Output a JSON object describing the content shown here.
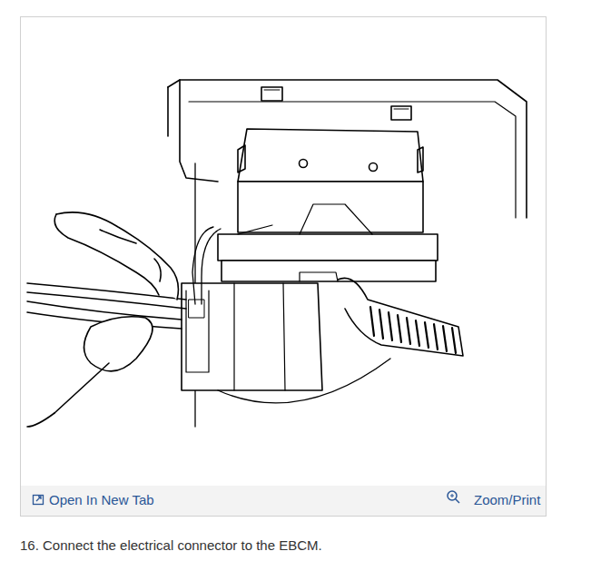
{
  "diagram": {
    "caption": "16. Connect the electrical connector to the EBCM.",
    "labels": [
      "Open In New Tab",
      "Zoom/Print"
    ]
  }
}
